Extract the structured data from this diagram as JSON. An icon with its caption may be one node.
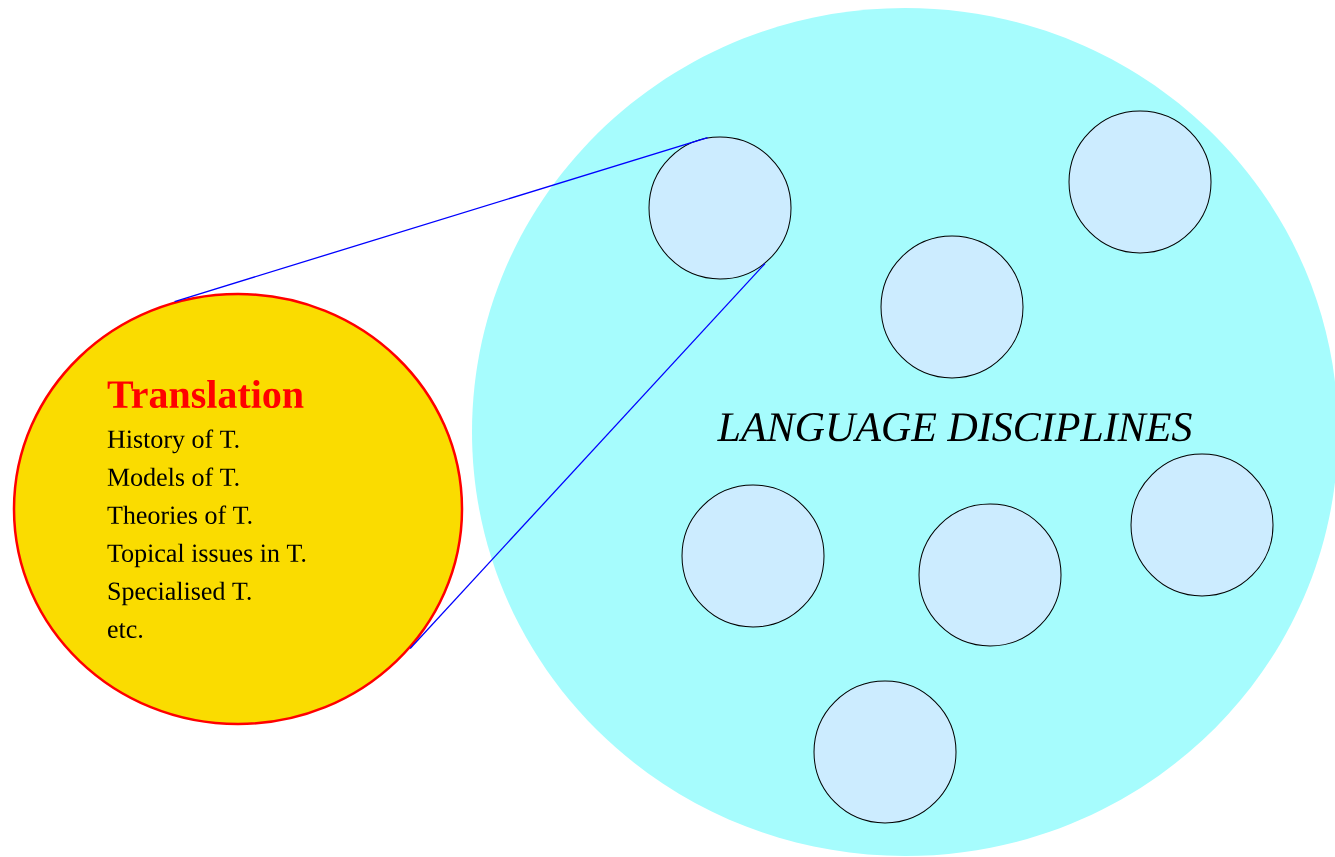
{
  "diagram": {
    "nodes": [
      {
        "text": [
          "LANGUAGE DISCIPLINES"
        ]
      },
      {
        "text": [],
        "shape": "circle",
        "in": 0
      },
      {
        "text": [],
        "shape": "circle",
        "in": 0
      },
      {
        "text": [],
        "shape": "circle",
        "in": 0
      },
      {
        "text": [],
        "shape": "circle",
        "in": 0
      },
      {
        "text": [],
        "shape": "circle",
        "in": 0
      },
      {
        "text": [],
        "shape": "circle",
        "in": 0
      },
      {
        "text": [],
        "shape": "circle",
        "in": 0
      },
      {
        "text": [
          "Translation",
          "History of T.",
          "Models of T.",
          "Theories of T.",
          "Topical issues in T.",
          "Specialised T.",
          "etc."
        ]
      }
    ],
    "edges": [
      {
        "from": 8,
        "to": 1,
        "arrow": "none"
      },
      {
        "from": 8,
        "to": 1,
        "arrow": "none"
      }
    ]
  }
}
